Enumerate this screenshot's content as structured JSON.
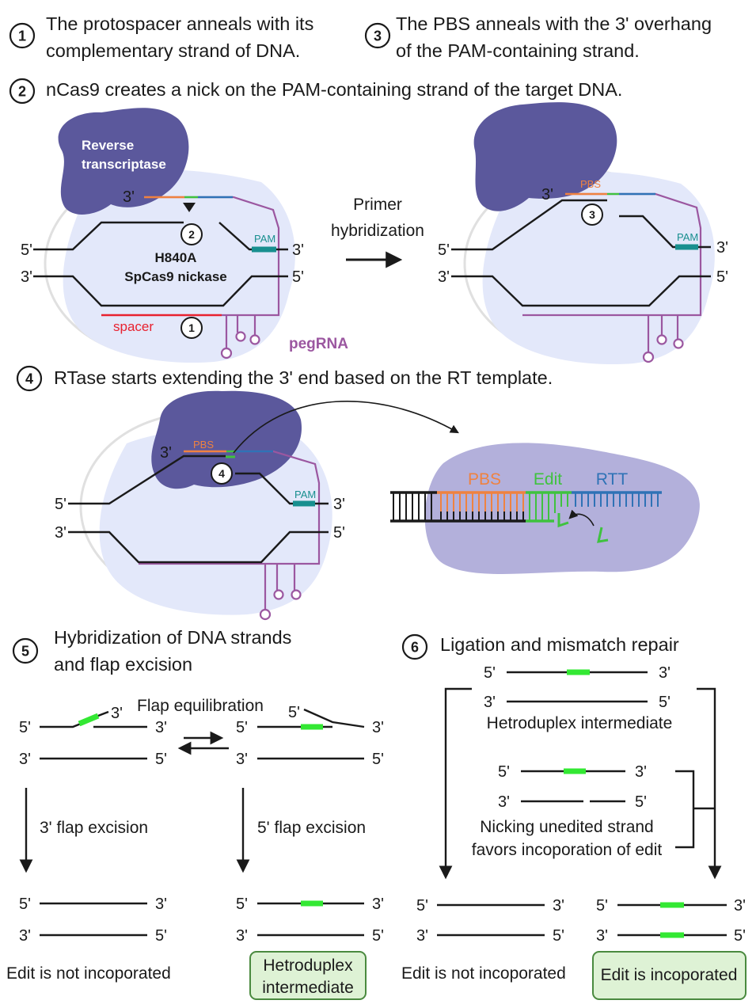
{
  "steps": {
    "s1": {
      "number": "1",
      "line1": "The protospacer anneals with its",
      "line2": "complementary strand of DNA."
    },
    "s3": {
      "number": "3",
      "line1": "The PBS  anneals with the 3' overhang",
      "line2": "of the PAM-containing strand."
    },
    "s2": {
      "number": "2",
      "text": "nCas9 creates a nick on the PAM-containing strand of the target DNA."
    },
    "s4": {
      "number": "4",
      "text": "RTase starts extending the 3' end based on the RT template."
    },
    "s5": {
      "number": "5",
      "line1": "Hybridization of DNA strands",
      "line2": "and flap excision"
    },
    "s6": {
      "number": "6",
      "text": "Ligation and mismatch repair"
    }
  },
  "labels": {
    "rt_line1": "Reverse",
    "rt_line2": "transcriptase",
    "cas_line1": "H840A",
    "cas_line2": "SpCas9 nickase",
    "spacer": "spacer",
    "pegrna": "pegRNA",
    "pam": "PAM",
    "pbs": "PBS",
    "edit": "Edit",
    "rtt": "RTT",
    "primer_line1": "Primer",
    "primer_line2": "hybridization",
    "prime3": "3'",
    "prime5": "5'",
    "flap_equilibration": "Flap equilibration",
    "flap3": "3' flap excision",
    "flap5": "5' flap excision",
    "edit_not": "Edit is not incoporated",
    "hetero": "Hetroduplex intermediate",
    "hetero_l1": "Hetroduplex",
    "hetero_l2": "intermediate",
    "nicking_l1": "Nicking unedited strand",
    "nicking_l2": "favors incoporation of edit",
    "edit_yes": "Edit is incoporated"
  },
  "colors": {
    "protein_dark": "#5b589c",
    "cas9_light": "#e3e8fa",
    "zoom_bg": "#b3b0db",
    "pegrna": "#9b57a0",
    "pbs": "#ef8240",
    "edit": "#3fc23f",
    "edit_bright": "#33e833",
    "rtt": "#2f72b6",
    "pam": "#188f8f",
    "spacer": "#e8212f",
    "box_fill": "#def2d5",
    "box_stroke": "#4a8a3f"
  }
}
